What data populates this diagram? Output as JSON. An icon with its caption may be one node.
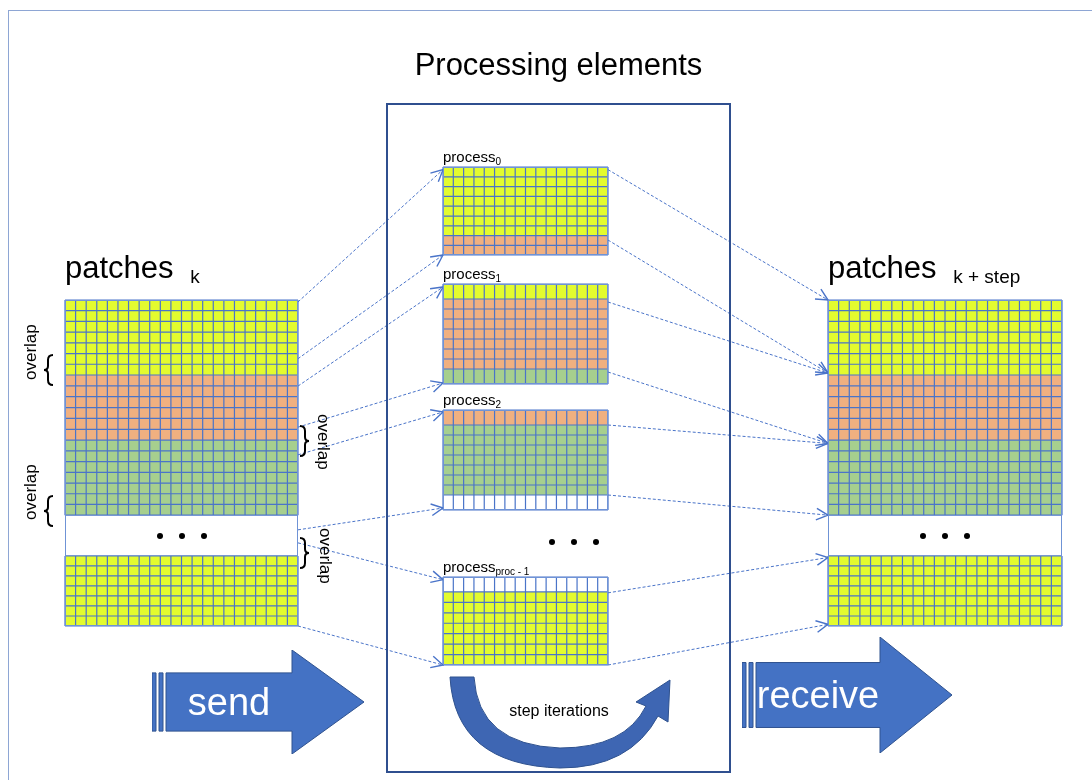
{
  "diagram": {
    "nodes": [
      {
        "text": [
          "Processing elements"
        ]
      },
      {
        "text": [
          "patches $_{k}$"
        ]
      },
      {
        "text": [
          "process$_{0}$"
        ],
        "in": 0
      },
      {
        "text": [
          "process$_{1}$"
        ],
        "in": 0
      },
      {
        "text": [
          "process$_{2}$"
        ],
        "in": 0
      },
      {
        "text": [
          "process$_{proc - 1}$"
        ],
        "in": 0
      },
      {
        "text": [
          "patches $_{k + step}$"
        ]
      },
      {
        "text": [
          "send"
        ]
      },
      {
        "text": [
          "receive"
        ]
      }
    ],
    "edges": [
      {
        "from": 1,
        "to": 2,
        "arrow": "to",
        "style": "dashed"
      },
      {
        "from": 1,
        "to": 2,
        "arrow": "to",
        "style": "dashed"
      },
      {
        "from": 1,
        "to": 3,
        "arrow": "to",
        "style": "dashed"
      },
      {
        "from": 1,
        "to": 3,
        "arrow": "to",
        "style": "dashed"
      },
      {
        "from": 1,
        "to": 4,
        "arrow": "to",
        "style": "dashed"
      },
      {
        "from": 1,
        "to": 4,
        "arrow": "to",
        "style": "dashed"
      },
      {
        "from": 1,
        "to": 5,
        "arrow": "to",
        "style": "dashed"
      },
      {
        "from": 1,
        "to": 5,
        "arrow": "to",
        "style": "dashed"
      },
      {
        "from": 2,
        "to": 6,
        "arrow": "to",
        "style": "dashed"
      },
      {
        "from": 2,
        "to": 6,
        "arrow": "to",
        "style": "dashed"
      },
      {
        "from": 3,
        "to": 6,
        "arrow": "to",
        "style": "dashed"
      },
      {
        "from": 3,
        "to": 6,
        "arrow": "to",
        "style": "dashed"
      },
      {
        "from": 4,
        "to": 6,
        "arrow": "to",
        "style": "dashed"
      },
      {
        "from": 4,
        "to": 6,
        "arrow": "to",
        "style": "dashed"
      },
      {
        "from": 5,
        "to": 6,
        "arrow": "to",
        "style": "dashed"
      },
      {
        "from": 5,
        "to": 6,
        "arrow": "to",
        "style": "dashed"
      }
    ],
    "labels": [
      "overlap",
      "overlap",
      "overlap",
      "overlap",
      "step iterations"
    ]
  }
}
